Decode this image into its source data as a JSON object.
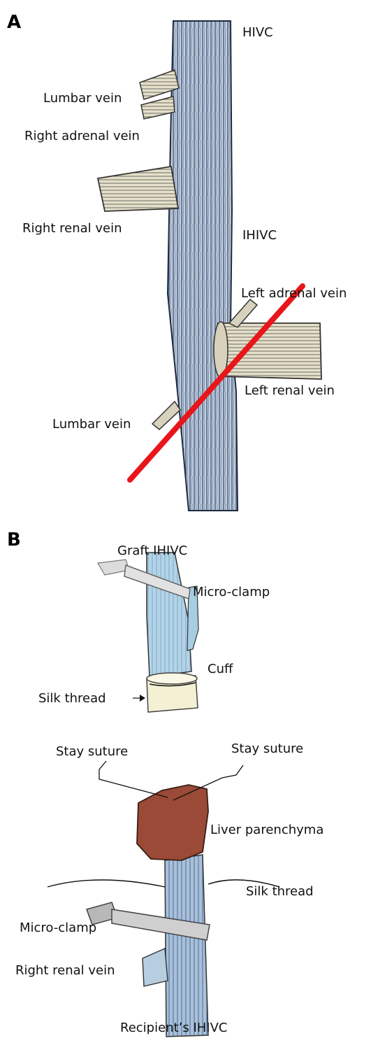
{
  "figure": {
    "panel_a": {
      "letter": "A",
      "labels": {
        "hivc": "HIVC",
        "lumbar_vein_top": "Lumbar vein",
        "right_adrenal_vein": "Right adrenal vein",
        "right_renal_vein": "Right renal vein",
        "ihivc": "IHIVC",
        "left_adrenal_vein": "Left adrenal vein",
        "left_renal_vein": "Left renal vein",
        "lumbar_vein_bottom": "Lumbar vein"
      }
    },
    "panel_b": {
      "letter": "B",
      "labels": {
        "graft_ihivc": "Graft IHIVC",
        "micro_clamp_top": "Micro-clamp",
        "cuff": "Cuff",
        "silk_thread_top": "Silk thread",
        "stay_suture_left": "Stay suture",
        "stay_suture_right": "Stay suture",
        "liver_parenchyma": "Liver parenchyma",
        "silk_thread_bottom": "Silk thread",
        "micro_clamp_bottom": "Micro-clamp",
        "right_renal_vein": "Right renal vein",
        "recipients_ihivc": "Recipient’s IHIVC"
      }
    },
    "colors": {
      "vessel_blue": "#3d5a8a",
      "vessel_fill": "#c9d3dc",
      "cut_line": "#e8161b",
      "liver": "#9a4a36",
      "graft_blue": "#9cc3dd",
      "cuff_fill": "#f4f0d4"
    }
  }
}
